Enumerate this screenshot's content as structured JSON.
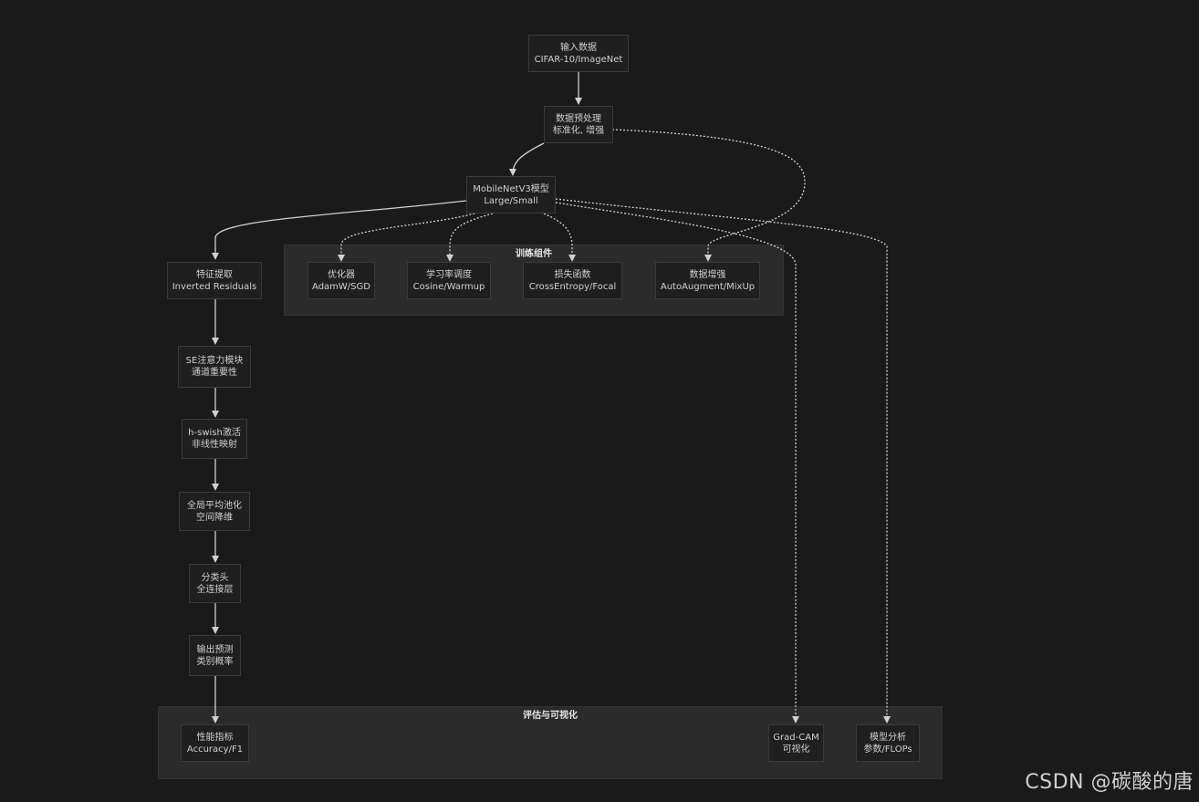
{
  "nodes": {
    "input": {
      "line1": "输入数据",
      "line2": "CIFAR-10/ImageNet"
    },
    "preprocess": {
      "line1": "数据预处理",
      "line2": "标准化, 增强"
    },
    "model": {
      "line1": "MobileNetV3模型",
      "line2": "Large/Small"
    },
    "feature": {
      "line1": "特征提取",
      "line2": "Inverted Residuals"
    },
    "se": {
      "line1": "SE注意力模块",
      "line2": "通道重要性"
    },
    "hswish": {
      "line1": "h-swish激活",
      "line2": "非线性映射"
    },
    "gap": {
      "line1": "全局平均池化",
      "line2": "空间降维"
    },
    "head": {
      "line1": "分类头",
      "line2": "全连接层"
    },
    "output": {
      "line1": "输出预测",
      "line2": "类别概率"
    },
    "optimizer": {
      "line1": "优化器",
      "line2": "AdamW/SGD"
    },
    "lr": {
      "line1": "学习率调度",
      "line2": "Cosine/Warmup"
    },
    "loss": {
      "line1": "损失函数",
      "line2": "CrossEntropy/Focal"
    },
    "augment": {
      "line1": "数据增强",
      "line2": "AutoAugment/MixUp"
    },
    "metrics": {
      "line1": "性能指标",
      "line2": "Accuracy/F1"
    },
    "gradcam": {
      "line1": "Grad-CAM",
      "line2": "可视化"
    },
    "analysis": {
      "line1": "模型分析",
      "line2": "参数/FLOPs"
    }
  },
  "clusters": {
    "training": {
      "title": "训练组件"
    },
    "evaluation": {
      "title": "评估与可视化"
    }
  },
  "watermark": "CSDN @碳酸的唐",
  "colors": {
    "background": "#1a1a1a",
    "cluster": "#2b2b2b",
    "node": "#1f1f1f",
    "edge": "#d0d0d0"
  }
}
